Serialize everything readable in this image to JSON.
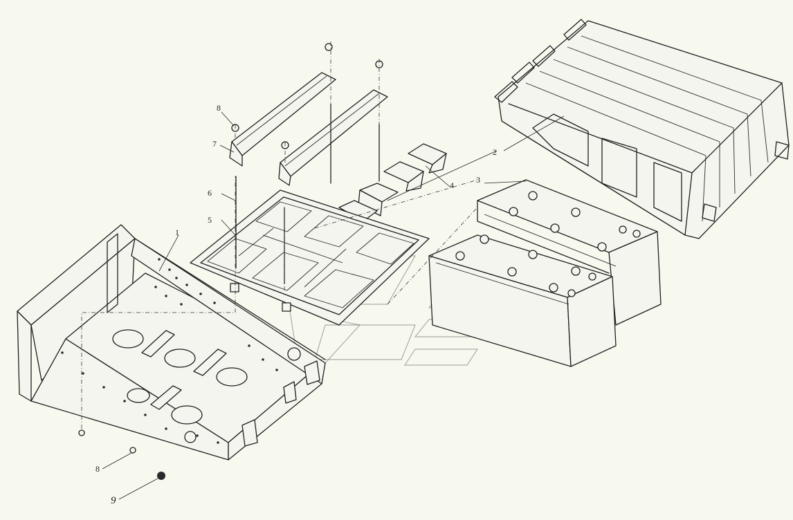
{
  "diagram": {
    "type": "exploded-assembly-drawing",
    "callouts": [
      {
        "id": "c1",
        "label": "1"
      },
      {
        "id": "c2",
        "label": "2"
      },
      {
        "id": "c3",
        "label": "3"
      },
      {
        "id": "c4",
        "label": "4"
      },
      {
        "id": "c5",
        "label": "5"
      },
      {
        "id": "c6",
        "label": "6"
      },
      {
        "id": "c7",
        "label": "7"
      },
      {
        "id": "c8a",
        "label": "8"
      },
      {
        "id": "c8b",
        "label": "8"
      },
      {
        "id": "c9",
        "label": "9"
      }
    ]
  },
  "colors": {
    "background": "#f7f9ef",
    "line": "#1e1e1e",
    "watermark": "#6d6d6d"
  }
}
